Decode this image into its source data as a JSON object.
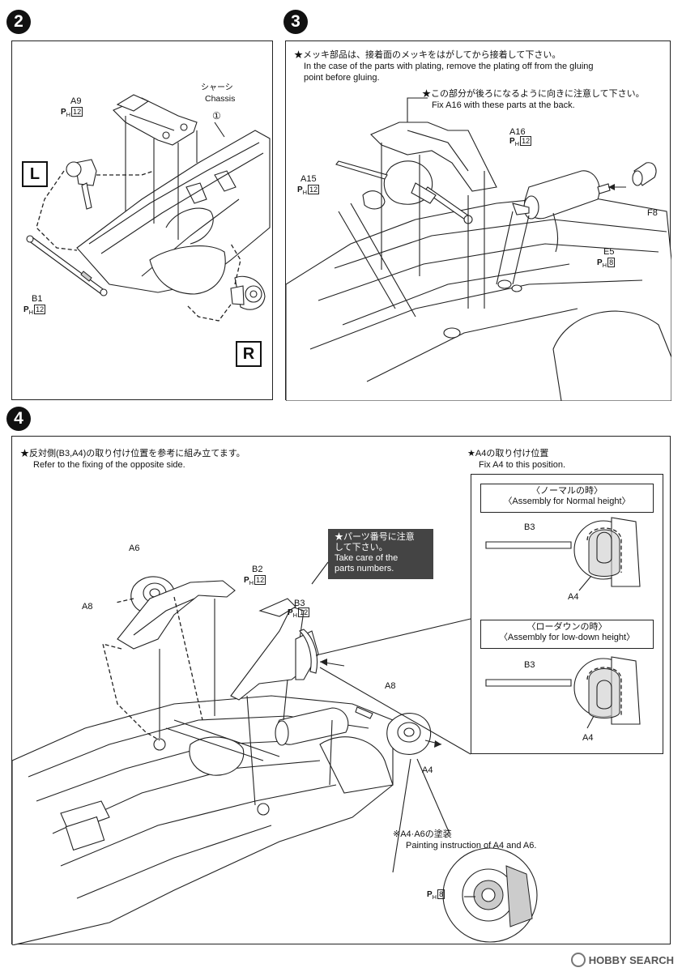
{
  "steps": {
    "s2": "2",
    "s3": "3",
    "s4": "4"
  },
  "step2": {
    "chassis_jp": "シャーシ",
    "chassis_en": "Chassis",
    "circle_ref": "①",
    "a9": "A9",
    "b1": "B1",
    "side_l": "L",
    "side_r": "R",
    "plating_mark": "P",
    "plating_sub": "H",
    "num_12": "12"
  },
  "step3": {
    "note1_jp": "★メッキ部品は、接着面のメッキをはがしてから接着して下さい。",
    "note1_en1": "In the case of the parts with plating, remove the plating off from the gluing",
    "note1_en2": "point before gluing.",
    "note2_jp": "★この部分が後ろになるように向きに注意して下さい。",
    "note2_en": "Fix A16 with these parts at the back.",
    "a16": "A16",
    "a15": "A15",
    "f8": "F8",
    "e5": "E5",
    "num_12": "12",
    "num_8": "8"
  },
  "step4": {
    "note1_jp": "★反対側(B3,A4)の取り付け位置を参考に組み立てます。",
    "note1_en": "Refer to the fixing of the opposite side.",
    "note2_jp": "★A4の取り付け位置",
    "note2_en": "Fix A4 to this position.",
    "caution_jp1": "★パーツ番号に注意",
    "caution_jp2": "して下さい。",
    "caution_en1": "Take care of the",
    "caution_en2": "parts numbers.",
    "normal_jp": "〈ノーマルの時〉",
    "normal_en": "〈Assembly for Normal height〉",
    "low_jp": "〈ローダウンの時〉",
    "low_en": "〈Assembly for low-down height〉",
    "paint_jp": "※A4·A6の塗装",
    "paint_en": "Painting instruction of A4 and A6.",
    "a6": "A6",
    "a8": "A8",
    "b2": "B2",
    "b3": "B3",
    "a4": "A4",
    "num_12": "12",
    "num_8": "8"
  },
  "watermark": {
    "text": "HOBBY SEARCH"
  }
}
